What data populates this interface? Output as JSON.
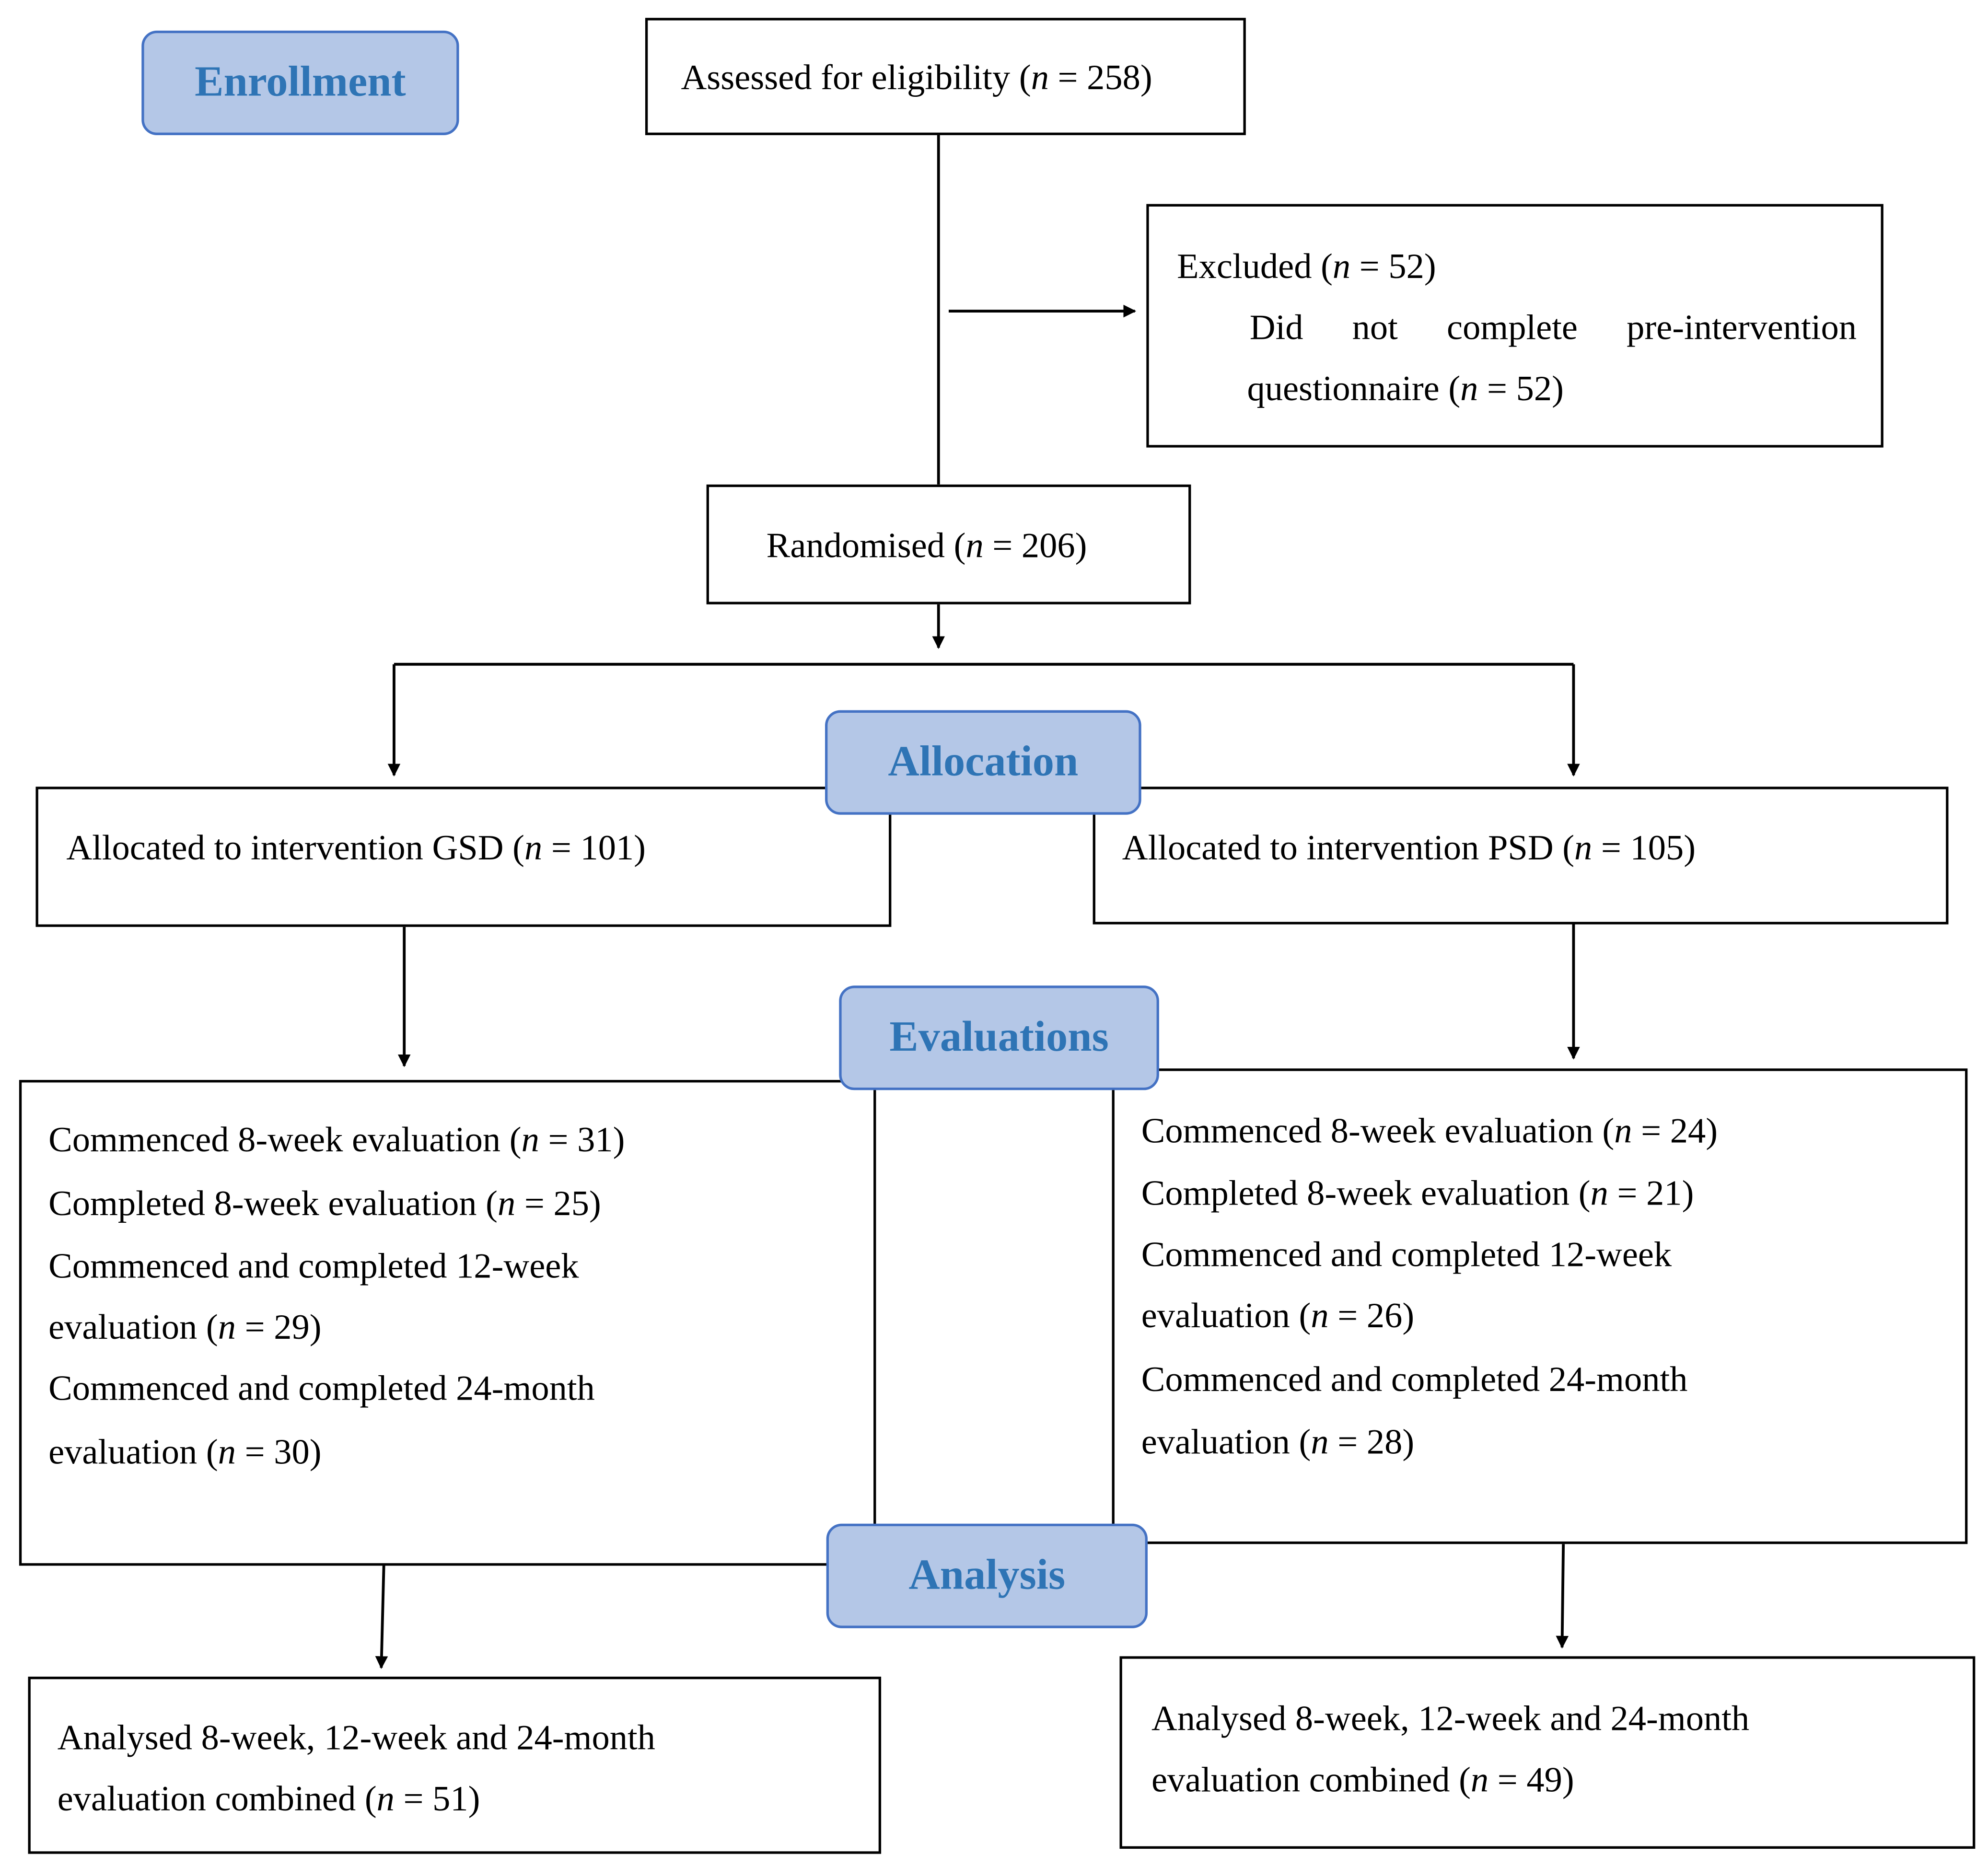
{
  "stages": {
    "enrollment": "Enrollment",
    "allocation": "Allocation",
    "evaluations": "Evaluations",
    "analysis": "Analysis"
  },
  "assessed": {
    "label": "Assessed for eligibility (",
    "var": "n",
    "value": " = 258)"
  },
  "excluded": {
    "label": "Excluded (",
    "var": "n",
    "value": " = 52)",
    "reason_line1": "Did not complete pre-intervention",
    "reason_line2_label": "questionnaire (",
    "reason_var": "n",
    "reason_value": " = 52)"
  },
  "randomised": {
    "label": "Randomised (",
    "var": "n",
    "value": " = 206)"
  },
  "allocated_gsd": {
    "label": "Allocated to intervention GSD (",
    "var": "n",
    "value": " = 101)"
  },
  "allocated_psd": {
    "label": "Allocated to intervention PSD (",
    "var": "n",
    "value": " = 105)"
  },
  "gsd_eval": {
    "l1": "Commenced 8-week evaluation (",
    "l1v": " = 31)",
    "l2": "Completed 8-week evaluation (",
    "l2v": " = 25)",
    "l3": "Commenced and completed 12-week",
    "l4": "evaluation (",
    "l4v": " = 29)",
    "l5": "Commenced and completed 24-month",
    "l6": "evaluation (",
    "l6v": " = 30)",
    "var": "n"
  },
  "psd_eval": {
    "l1": "Commenced 8-week evaluation (",
    "l1v": " = 24)",
    "l2": "Completed 8-week evaluation (",
    "l2v": " = 21)",
    "l3": "Commenced and completed 12-week",
    "l4": "evaluation (",
    "l4v": " = 26)",
    "l5": "Commenced and completed 24-month",
    "l6": "evaluation (",
    "l6v": " = 28)",
    "var": "n"
  },
  "gsd_analysis": {
    "l1": "Analysed 8-week, 12-week and 24-month",
    "l2": "evaluation combined (",
    "l2v": " = 51)",
    "var": "n"
  },
  "psd_analysis": {
    "l1": "Analysed 8-week, 12-week and 24-month",
    "l2": "evaluation combined (",
    "l2v": " = 49)",
    "var": "n"
  }
}
